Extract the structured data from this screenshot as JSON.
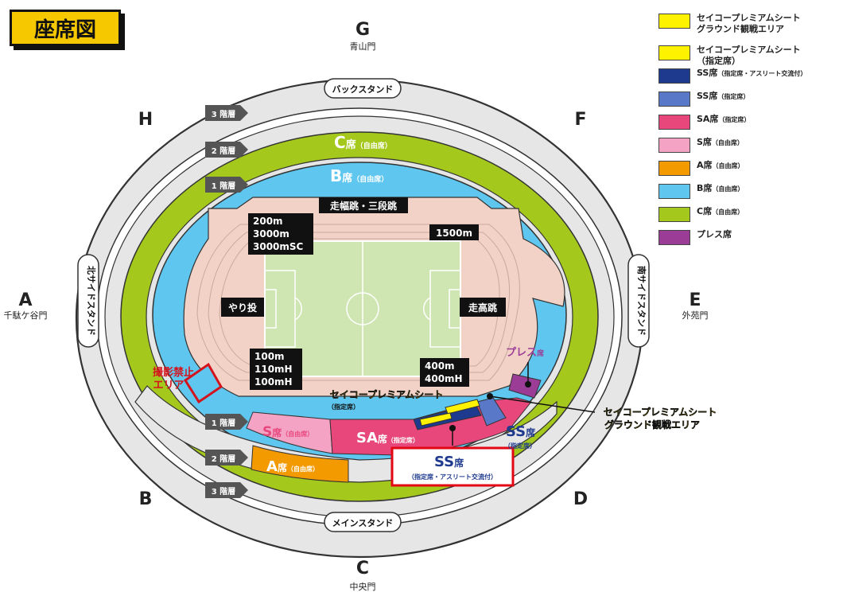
{
  "title": "座席図",
  "gates": {
    "G": {
      "letter": "G",
      "name": "青山門"
    },
    "A": {
      "letter": "A",
      "name": "千駄ケ谷門"
    },
    "E": {
      "letter": "E",
      "name": "外苑門"
    },
    "C": {
      "letter": "C",
      "name": "中央門"
    },
    "H": {
      "letter": "H"
    },
    "F": {
      "letter": "F"
    },
    "B": {
      "letter": "B"
    },
    "D": {
      "letter": "D"
    }
  },
  "stands": {
    "back": "バックスタンド",
    "main": "メインスタンド",
    "north": "北サイドスタンド",
    "south": "南サイドスタンド"
  },
  "floors": {
    "f3": "3 階層",
    "f2": "2 階層",
    "f1": "1 階層"
  },
  "events": {
    "long_jump": "走幅跳・三段跳",
    "e1500": "1500m",
    "dist1": "200m",
    "dist2": "3000m",
    "dist3": "3000mSC",
    "javelin": "やり投",
    "high_jump": "走高跳",
    "sprint1": "100m",
    "sprint2": "110mH",
    "sprint3": "100mH",
    "lap1": "400m",
    "lap2": "400mH"
  },
  "seats": {
    "c_main": "C",
    "c_suffix": "席",
    "c_sub": "（自由席）",
    "b_main": "B",
    "b_suffix": "席",
    "b_sub": "（自由席）",
    "s_main": "S",
    "s_suffix": "席",
    "s_sub": "（自由席）",
    "sa_main": "SA",
    "sa_suffix": "席",
    "sa_sub": "（指定席）",
    "a_main": "A",
    "a_suffix": "席",
    "a_sub": "（自由席）",
    "ss_main": "SS",
    "ss_suffix": "席",
    "ss_sub": "（指定席）",
    "ss_box_main": "SS",
    "ss_box_suffix": "席",
    "ss_box_sub": "（指定席・アスリート交流付）",
    "press": "プレス",
    "press_suffix": "席",
    "premium": "セイコープレミアムシート",
    "premium_sub": "（指定席）",
    "premium_ground1": "セイコープレミアムシート",
    "premium_ground2": "グラウンド観戦エリア",
    "no_photo1": "撮影禁止",
    "no_photo2": "エリア"
  },
  "legend": [
    {
      "label": "セイコープレミアムシート",
      "label2": "グラウンド観戦エリア",
      "color": "#fff200"
    },
    {
      "label": "セイコープレミアムシート",
      "sub": "（指定席）",
      "color": "#fff200"
    },
    {
      "label": "SS席",
      "sub": "（指定席・アスリート交流付）",
      "color": "#1e3a8f"
    },
    {
      "label": "SS席",
      "sub": "（指定席）",
      "color": "#5a78c8"
    },
    {
      "label": "SA席",
      "sub": "（指定席）",
      "color": "#e8477c"
    },
    {
      "label": "S席",
      "sub": "（自由席）",
      "color": "#f4a3c4"
    },
    {
      "label": "A席",
      "sub": "（自由席）",
      "color": "#f29a00"
    },
    {
      "label": "B席",
      "sub": "（自由席）",
      "color": "#5ec6ef"
    },
    {
      "label": "C席",
      "sub": "（自由席）",
      "color": "#a4c81c"
    },
    {
      "label": "プレス席",
      "color": "#9b3d96"
    }
  ]
}
